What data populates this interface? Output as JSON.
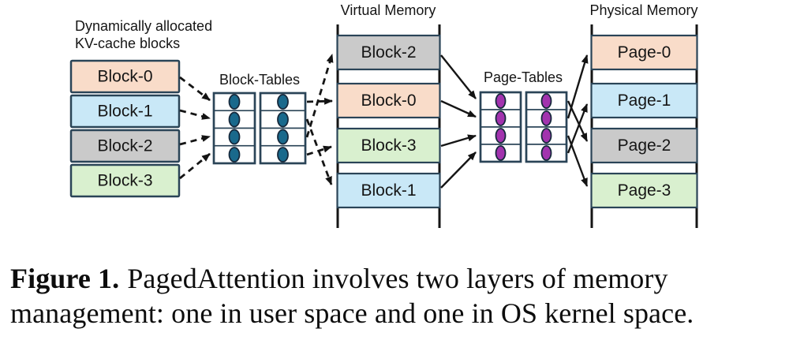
{
  "colors": {
    "ink": "#151515",
    "block-border": "#2A4457",
    "dot-blue": "#19698C",
    "dot-purple": "#A233AE",
    "dot-outline": "#16293C",
    "salmon": "#F9DCC9",
    "blue": "#C9E8F7",
    "gray": "#CACACA",
    "green": "#D9F0CF"
  },
  "kv": {
    "label_line1": "Dynamically allocated",
    "label_line2": "KV-cache blocks",
    "blocks": [
      {
        "label": "Block-0"
      },
      {
        "label": "Block-1"
      },
      {
        "label": "Block-2"
      },
      {
        "label": "Block-3"
      }
    ]
  },
  "block_tables": {
    "title": "Block-Tables",
    "grid": "4 rows x 2 cols"
  },
  "virtual_memory": {
    "title": "Virtual Memory",
    "slots": [
      {
        "label": "Block-2"
      },
      {
        "label": "Block-0"
      },
      {
        "label": "Block-3"
      },
      {
        "label": "Block-1"
      }
    ]
  },
  "page_tables": {
    "title": "Page-Tables",
    "grid": "4 rows x 2 cols"
  },
  "physical_memory": {
    "title": "Physical Memory",
    "slots": [
      {
        "label": "Page-0"
      },
      {
        "label": "Page-1"
      },
      {
        "label": "Page-2"
      },
      {
        "label": "Page-3"
      }
    ]
  },
  "mappings": {
    "block_table_rows_to_virtual": [
      {
        "row": 1,
        "kv_block": "Block-0",
        "virtual_slot": 2
      },
      {
        "row": 2,
        "kv_block": "Block-1",
        "virtual_slot": 4
      },
      {
        "row": 3,
        "kv_block": "Block-2",
        "virtual_slot": 1
      },
      {
        "row": 4,
        "kv_block": "Block-3",
        "virtual_slot": 3
      }
    ],
    "page_table_rows_to_physical": [
      {
        "row": 1,
        "virtual_block": "Block-2",
        "physical_page": "Page-2"
      },
      {
        "row": 2,
        "virtual_block": "Block-0",
        "physical_page": "Page-0"
      },
      {
        "row": 3,
        "virtual_block": "Block-3",
        "physical_page": "Page-3"
      },
      {
        "row": 4,
        "virtual_block": "Block-1",
        "physical_page": "Page-1"
      }
    ]
  },
  "caption": {
    "label": "Figure 1.",
    "line1": "PagedAttention involves two layers of memory",
    "line2": "management: one in user space and one in OS kernel space."
  }
}
